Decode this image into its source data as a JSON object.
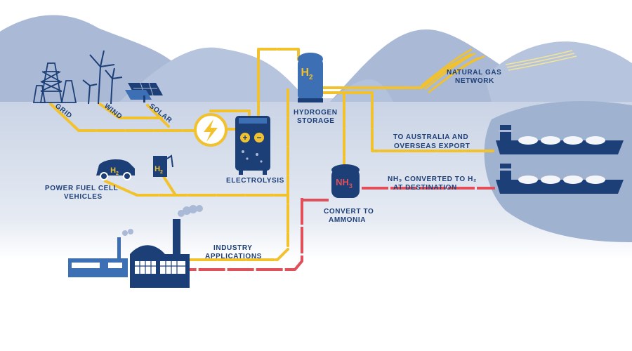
{
  "sources": {
    "grid": "GRID",
    "wind": "WIND",
    "solar": "SOLAR"
  },
  "nodes": {
    "electrolysis": "ELECTROLYSIS",
    "storage_line1": "HYDROGEN",
    "storage_line2": "STORAGE",
    "h2_tank_label": "H",
    "h2_tank_sub": "2",
    "nh3_tank_label": "NH",
    "nh3_tank_sub": "3",
    "convert_line1": "CONVERT TO",
    "convert_line2": "AMMONIA",
    "gas_line1": "NATURAL GAS",
    "gas_line2": "NETWORK",
    "export_line1": "TO AUSTRALIA AND",
    "export_line2": "OVERSEAS EXPORT",
    "nh3_convert_line1": "NH₃ CONVERTED TO H₂",
    "nh3_convert_line2": "AT DESTINATION",
    "fuel_line1": "POWER FUEL CELL",
    "fuel_line2": "VEHICLES",
    "industry_line1": "INDUSTRY",
    "industry_line2": "APPLICATIONS",
    "car_badge": "H",
    "car_badge_sub": "2",
    "pump_badge": "H",
    "pump_badge_sub": "2"
  },
  "colors": {
    "hydrogen_pipe": "#f2c12e",
    "ammonia_pipe": "#e0505b",
    "dark_blue": "#1d3f77",
    "mid_blue": "#3d6fb4",
    "mountain": "#a9b9d6",
    "sea": "#c9d3e5"
  }
}
